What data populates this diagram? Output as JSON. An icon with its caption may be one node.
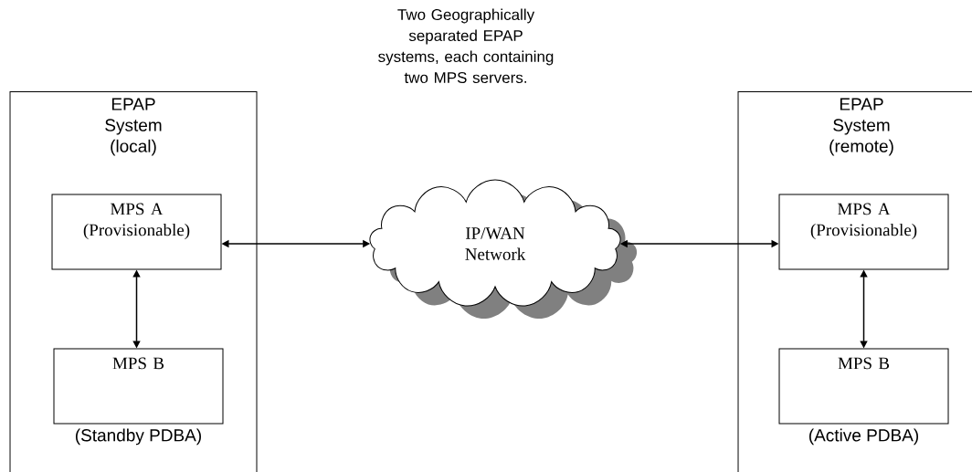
{
  "diagram": {
    "title": "Two Geographically separated EPAP systems, each containing two MPS servers.",
    "nodes": [
      {
        "text": [
          "EPAP System (local)"
        ]
      },
      {
        "text": [
          "MPS A (Provisionable)"
        ],
        "in": 0
      },
      {
        "text": [
          "MPS B"
        ],
        "in": 0,
        "beside": [
          "(Standby PDBA)"
        ]
      },
      {
        "text": [
          "IP/WAN Network"
        ]
      },
      {
        "text": [
          "EPAP System (remote)"
        ]
      },
      {
        "text": [
          "MPS A (Provisionable)"
        ],
        "in": 4
      },
      {
        "text": [
          "MPS B"
        ],
        "in": 4,
        "beside": [
          "(Active PDBA)"
        ]
      }
    ],
    "edges": [
      {
        "from": 1,
        "to": 3,
        "arrow": "both"
      },
      {
        "from": 1,
        "to": 2,
        "arrow": "both"
      },
      {
        "from": 3,
        "to": 5,
        "arrow": "both"
      },
      {
        "from": 5,
        "to": 6,
        "arrow": "both"
      }
    ]
  }
}
